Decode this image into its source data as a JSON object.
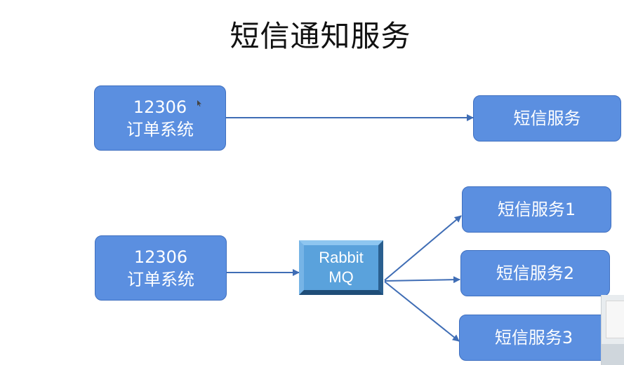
{
  "title": "短信通知服务",
  "diagram": {
    "top": {
      "source": {
        "line1": "12306",
        "line2": "订单系统"
      },
      "target": {
        "label": "短信服务"
      }
    },
    "bottom": {
      "source": {
        "line1": "12306",
        "line2": "订单系统"
      },
      "broker": {
        "line1": "Rabbit",
        "line2": "MQ"
      },
      "targets": [
        {
          "label": "短信服务1"
        },
        {
          "label": "短信服务2"
        },
        {
          "label": "短信服务3"
        }
      ]
    }
  },
  "colors": {
    "node_fill": "#5b8fe0",
    "node_border": "#3f6fbf",
    "broker_fill": "#5aa2dc",
    "arrow": "#3f6db5"
  }
}
